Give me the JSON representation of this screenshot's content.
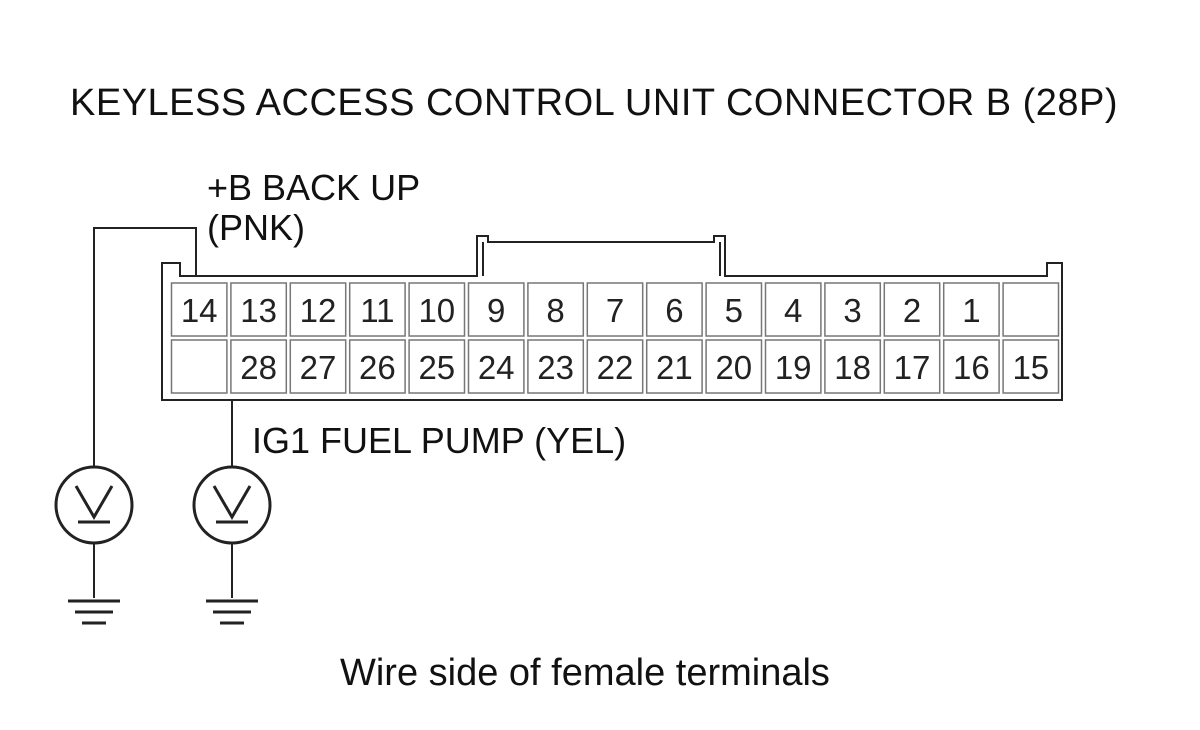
{
  "title": "KEYLESS ACCESS CONTROL UNIT CONNECTOR B (28P)",
  "wires": [
    {
      "name": "+B BACK UP",
      "color": "(PNK)",
      "terminal": "14"
    },
    {
      "name": "IG1 FUEL PUMP (YEL)",
      "terminal": "28"
    }
  ],
  "connector": {
    "top_row": [
      "14",
      "13",
      "12",
      "11",
      "10",
      "9",
      "8",
      "7",
      "6",
      "5",
      "4",
      "3",
      "2",
      "1",
      ""
    ],
    "bottom_row": [
      "",
      "28",
      "27",
      "26",
      "25",
      "24",
      "23",
      "22",
      "21",
      "20",
      "19",
      "18",
      "17",
      "16",
      "15"
    ]
  },
  "footer": "Wire side of female terminals"
}
